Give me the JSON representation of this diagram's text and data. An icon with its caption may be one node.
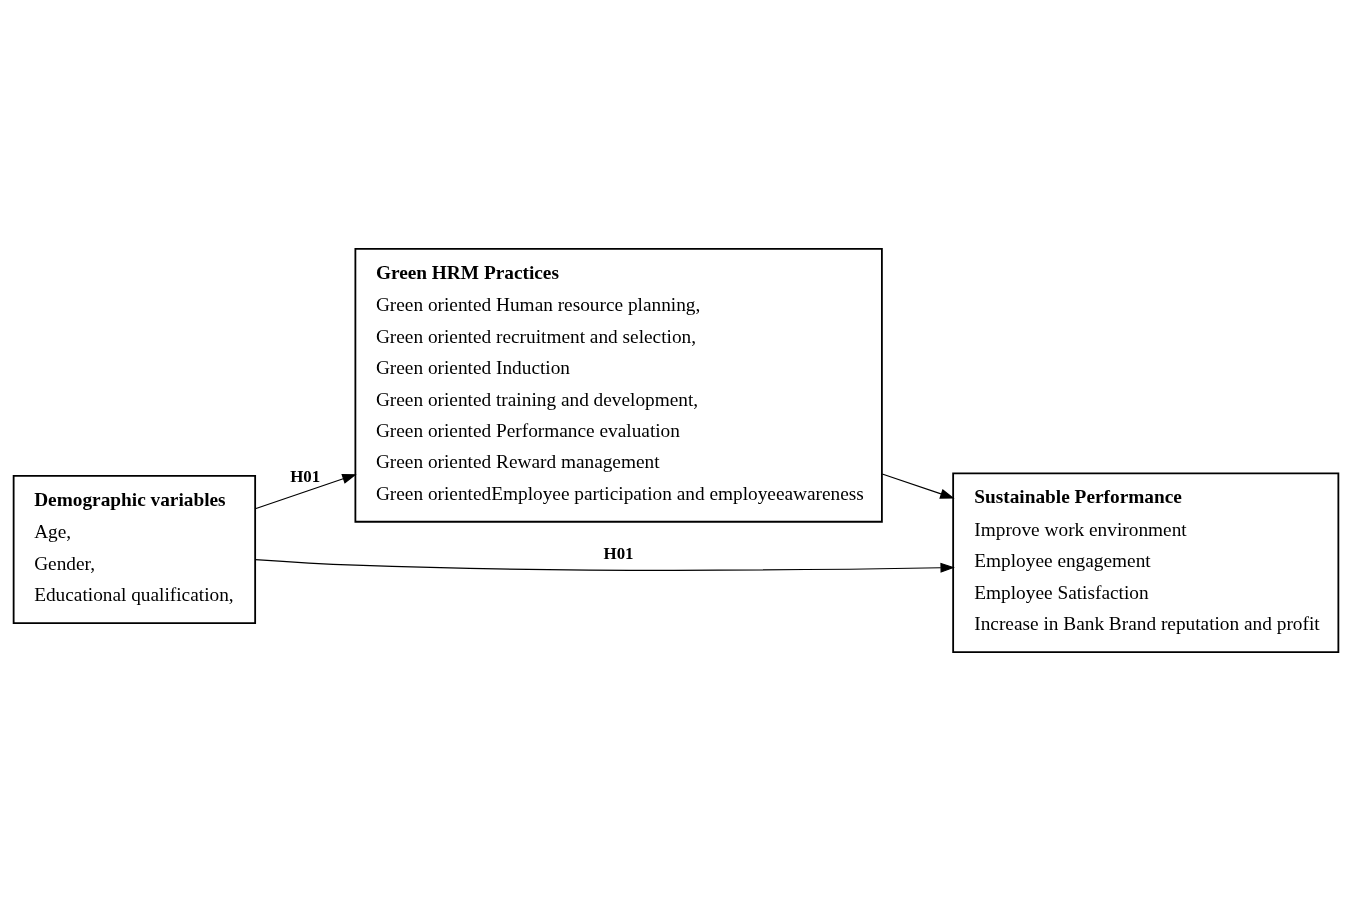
{
  "diagram": {
    "nodes": [
      {
        "text": [
          "Demographic variables",
          "Age,",
          "Gender,",
          "Educational qualification,"
        ]
      },
      {
        "text": [
          "Green HRM Practices",
          "Green oriented Human resource planning,",
          "Green oriented recruitment and selection,",
          "Green oriented Induction",
          "Green oriented training and development,",
          "Green oriented Performance evaluation",
          "Green oriented Reward management",
          "Green orientedEmployee participation and employeeawareness"
        ]
      },
      {
        "text": [
          "Sustainable Performance",
          "Improve work environment",
          "Employee engagement",
          "Employee Satisfaction",
          "Increase in Bank Brand reputation and profit"
        ]
      }
    ],
    "edges": [
      {
        "from": 0,
        "to": 2,
        "arrow": "to",
        "label": "H01"
      },
      {
        "from": 0,
        "to": 1,
        "arrow": "to",
        "label": "H01"
      },
      {
        "from": 1,
        "to": 2,
        "arrow": "to"
      }
    ]
  }
}
